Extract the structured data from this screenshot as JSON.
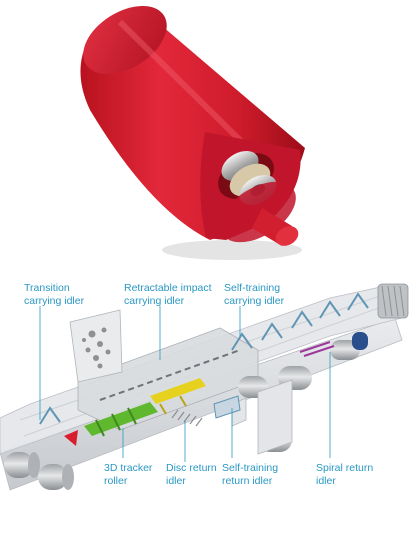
{
  "labels": {
    "transition": "Transition\ncarrying idler",
    "impact": "Retractable impact\ncarrying idler",
    "self_training_carrying": "Self-training\ncarrying idler",
    "tracker": "3D tracker\nroller",
    "disc_return": "Disc return\nidler",
    "self_training_return": "Self-training\nreturn idler",
    "spiral_return": "Spiral return\nidler"
  },
  "colors": {
    "roller_red": "#d81e2e",
    "label_blue": "#2a98c4",
    "belt_gray": "#c9ccd0"
  }
}
